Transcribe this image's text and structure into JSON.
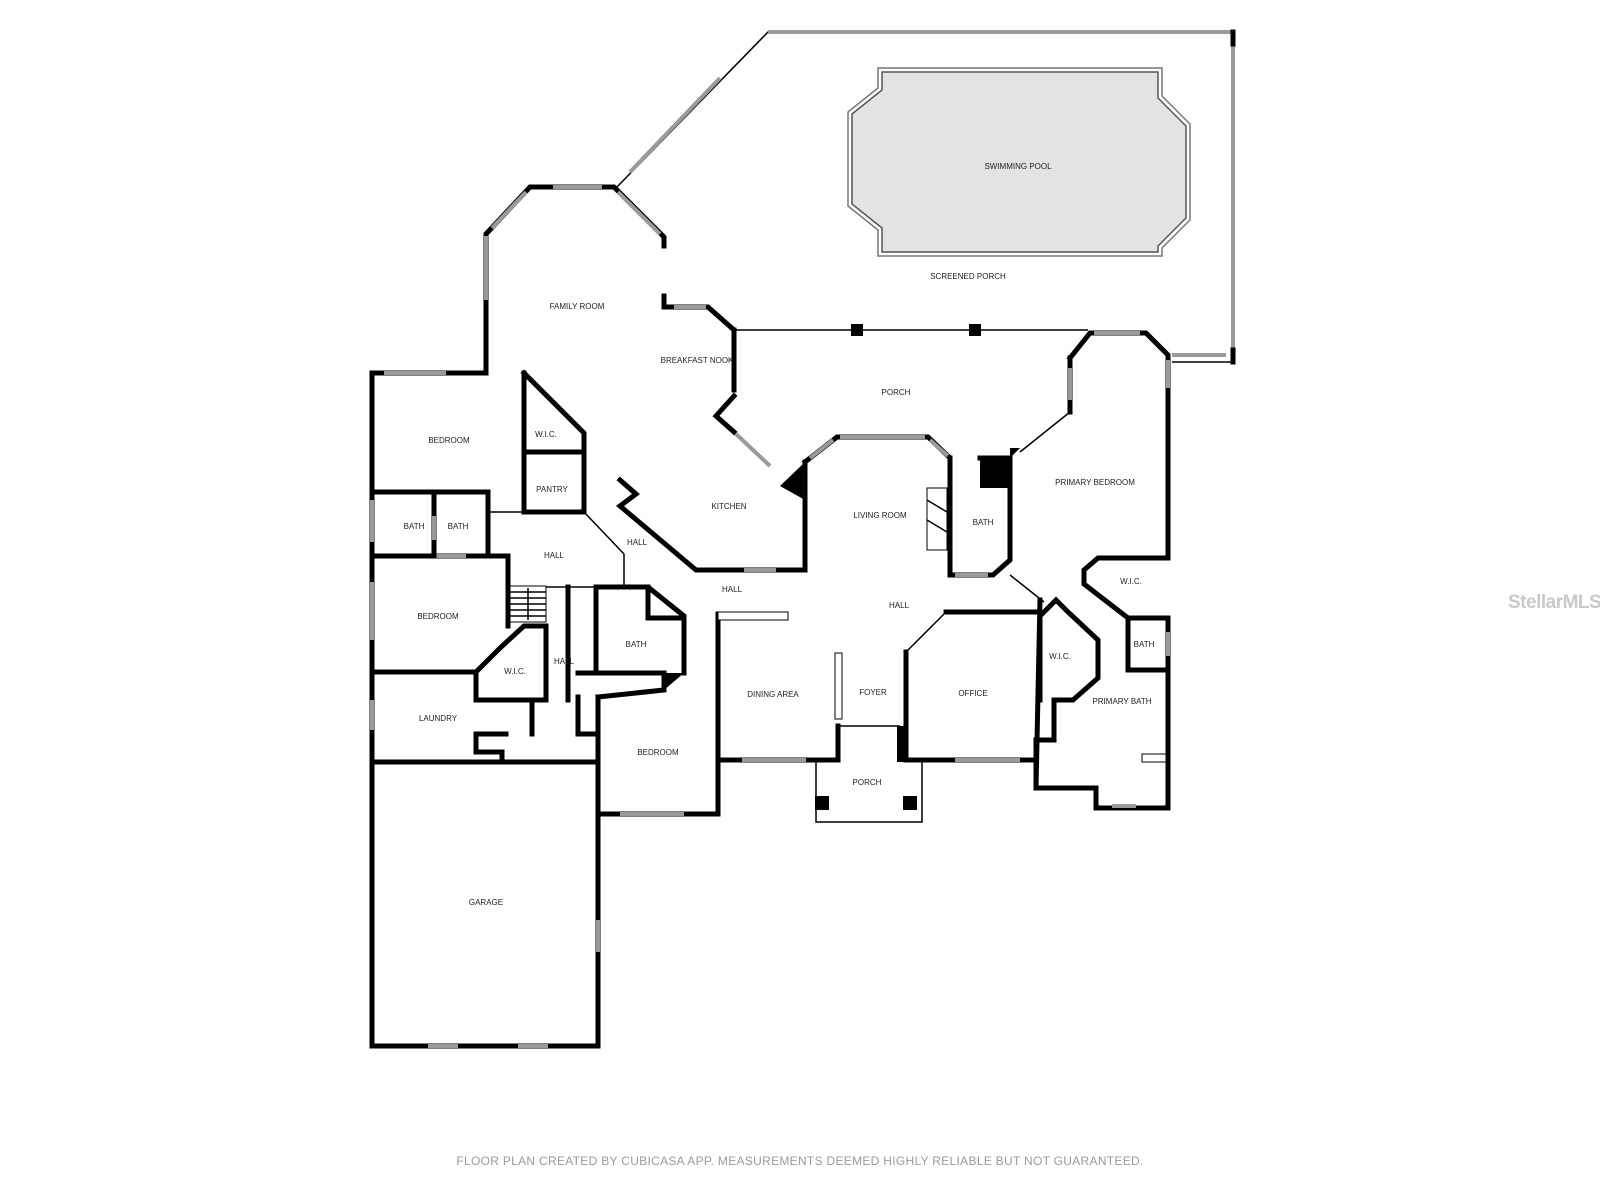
{
  "rooms": {
    "swimming_pool": "SWIMMING POOL",
    "screened_porch": "SCREENED PORCH",
    "family_room": "FAMILY ROOM",
    "breakfast_nook": "BREAKFAST NOOK",
    "porch_rear": "PORCH",
    "bedroom_1": "BEDROOM",
    "wic_1": "W.I.C.",
    "pantry": "PANTRY",
    "kitchen": "KITCHEN",
    "living_room": "LIVING ROOM",
    "bath_center": "BATH",
    "primary_bedroom": "PRIMARY BEDROOM",
    "bath_left_1": "BATH",
    "bath_left_2": "BATH",
    "hall_left": "HALL",
    "hall_kitchen": "HALL",
    "hall_center": "HALL",
    "hall_main": "HALL",
    "bedroom_2": "BEDROOM",
    "wic_2": "W.I.C.",
    "hall_small": "HALL",
    "bath_mid": "BATH",
    "wic_primary_1": "W.I.C.",
    "bath_primary_small": "BATH",
    "wic_primary_2": "W.I.C.",
    "laundry": "LAUNDRY",
    "dining_area": "DINING AREA",
    "foyer": "FOYER",
    "office": "OFFICE",
    "primary_bath": "PRIMARY BATH",
    "bedroom_3": "BEDROOM",
    "porch_front": "PORCH",
    "garage": "GARAGE"
  },
  "footer": "FLOOR PLAN CREATED BY CUBICASA APP. MEASUREMENTS DEEMED HIGHLY RELIABLE BUT NOT GUARANTEED.",
  "watermark": "StellarMLS"
}
